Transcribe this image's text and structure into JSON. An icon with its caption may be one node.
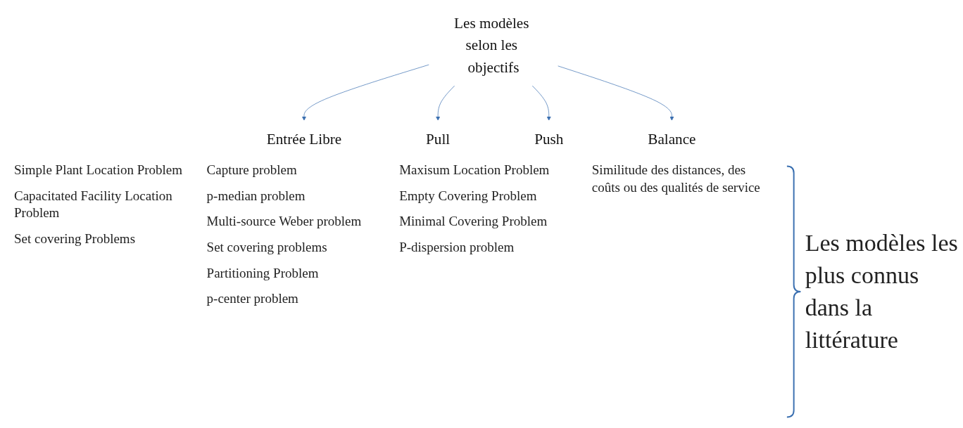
{
  "diagram": {
    "nodes": [
      {
        "text": [
          "Les modèles selon les objectifs"
        ]
      },
      {
        "text": [
          "Entrée Libre"
        ]
      },
      {
        "text": [
          "Pull"
        ]
      },
      {
        "text": [
          "Push"
        ]
      },
      {
        "text": [
          "Balance"
        ]
      }
    ],
    "edges": [
      {
        "from": 0,
        "to": 1,
        "arrow": "to"
      },
      {
        "from": 0,
        "to": 2,
        "arrow": "to"
      },
      {
        "from": 0,
        "to": 3,
        "arrow": "to"
      },
      {
        "from": 0,
        "to": 4,
        "arrow": "to"
      }
    ],
    "labels": [
      "Simple Plant Location Problem",
      "Capacitated Facility Location Problem",
      "Set covering Problems",
      "Capture problem",
      "p-median problem",
      "Multi-source Weber problem",
      "Set covering problems",
      "Partitioning Problem",
      "p-center problem",
      "Maxisum Location Problem",
      "Empty Covering Problem",
      "Minimal Covering Problem",
      "P-dispersion problem",
      "Similitude des distances, des coûts ou des qualités de service",
      "Les modèles les plus connus dans la littérature"
    ]
  }
}
